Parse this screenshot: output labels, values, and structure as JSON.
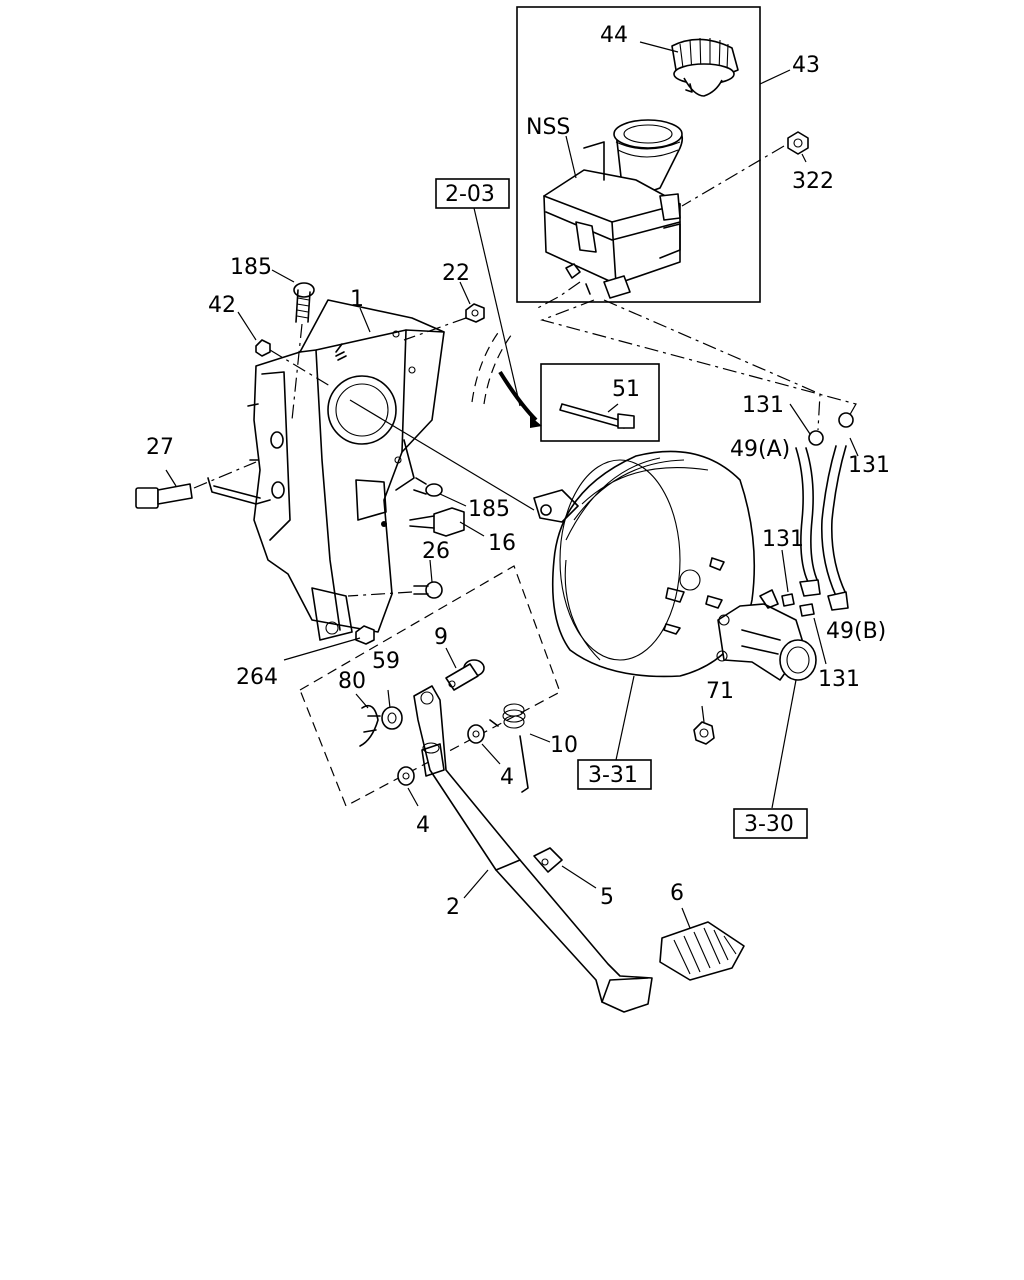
{
  "labels": {
    "p44": "44",
    "p43": "43",
    "nss": "NSS",
    "p322": "322",
    "ref_2_03": "2-03",
    "p185a": "185",
    "p22": "22",
    "p42": "42",
    "p1": "1",
    "p51": "51",
    "p131a": "131",
    "p131b": "131",
    "p49a": "49(A)",
    "p27": "27",
    "p185b": "185",
    "p16": "16",
    "p26": "26",
    "p131c": "131",
    "p49b": "49(B)",
    "p131d": "131",
    "p264": "264",
    "p9": "9",
    "p59": "59",
    "p80": "80",
    "p10": "10",
    "p4a": "4",
    "p4b": "4",
    "p71": "71",
    "ref_3_31": "3-31",
    "ref_3_30": "3-30",
    "p5": "5",
    "p6": "6",
    "p2": "2"
  }
}
